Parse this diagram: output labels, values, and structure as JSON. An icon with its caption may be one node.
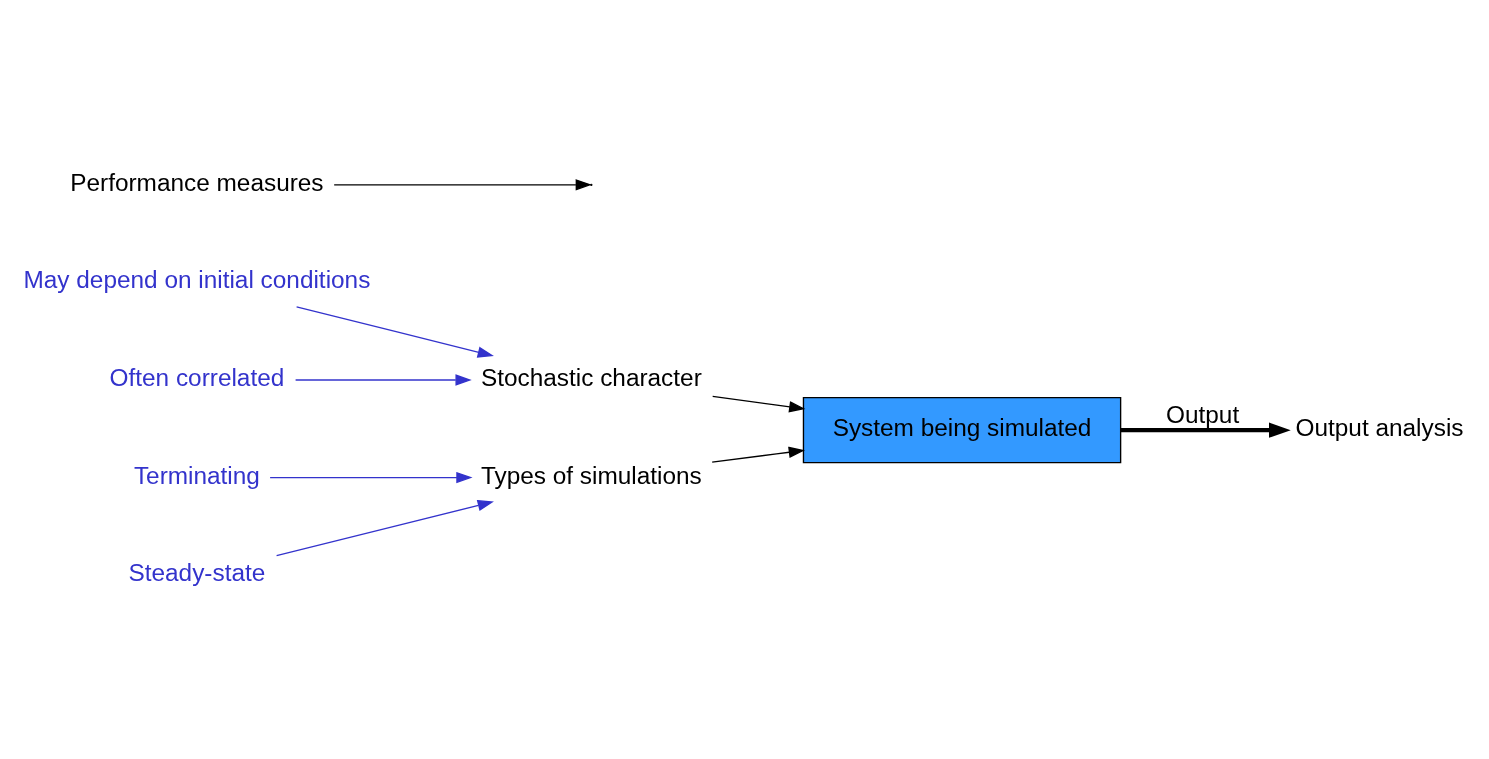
{
  "diagram": {
    "nodes": [
      {
        "text": [
          "System being simulated"
        ]
      },
      {
        "text": [
          "Output analysis"
        ]
      },
      {
        "text": [
          "Performance measures"
        ]
      },
      {
        "text": [
          "Stochastic character"
        ]
      },
      {
        "text": [
          "May depend on initial conditions"
        ]
      },
      {
        "text": [
          "Often correlated"
        ]
      },
      {
        "text": [
          "Types of simulations"
        ]
      },
      {
        "text": [
          "Terminating"
        ]
      },
      {
        "text": [
          "Steady-state"
        ]
      }
    ],
    "edges": [
      {
        "from": 0,
        "to": 1,
        "arrow": "to",
        "label": "Output",
        "style": "thick"
      },
      {
        "from": 2,
        "to": null,
        "arrow": "to"
      },
      {
        "from": 3,
        "to": 0,
        "arrow": "to"
      },
      {
        "from": 4,
        "to": 3,
        "arrow": "to",
        "color": "#3333cc"
      },
      {
        "from": 5,
        "to": 3,
        "arrow": "to",
        "color": "#3333cc"
      },
      {
        "from": 6,
        "to": 0,
        "arrow": "to"
      },
      {
        "from": 7,
        "to": 6,
        "arrow": "to",
        "color": "#3333cc"
      },
      {
        "from": 8,
        "to": 6,
        "arrow": "to",
        "color": "#3333cc"
      }
    ]
  }
}
